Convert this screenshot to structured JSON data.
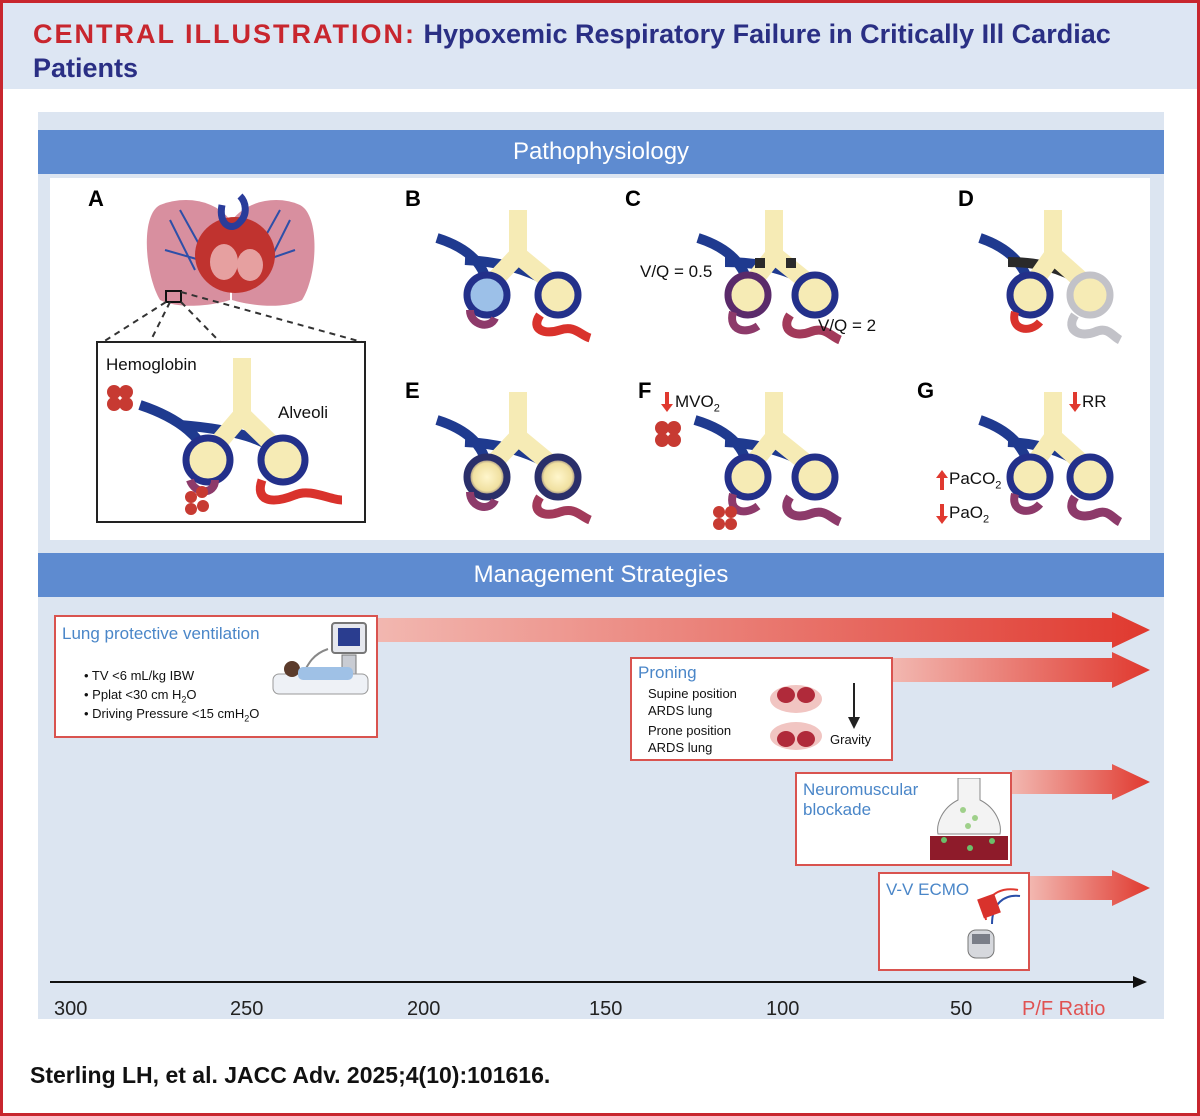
{
  "header": {
    "title_lead": "CENTRAL ILLUSTRATION:",
    "title_rest": "Hypoxemic Respiratory Failure in Critically Ill Cardiac Patients"
  },
  "pathophysiology": {
    "heading": "Pathophysiology",
    "letters": [
      "A",
      "B",
      "C",
      "D",
      "E",
      "F",
      "G"
    ],
    "label_hemoglobin": "Hemoglobin",
    "label_alveoli": "Alveoli",
    "label_vq_low": "V/Q = 0.5",
    "label_vq_high": "V/Q = 2",
    "label_mvo2": "MVO",
    "label_rr": "RR",
    "label_paco2": "PaCO",
    "label_pao2": "PaO",
    "subscript_2": "2"
  },
  "management": {
    "heading": "Management Strategies",
    "lung_protective": {
      "title": "Lung protective ventilation",
      "bullets": [
        "• TV <6 mL/kg IBW",
        "• Pplat <30 cm H",
        "O",
        "• Driving Pressure  <15 cmH",
        "O"
      ],
      "sub": "2"
    },
    "proning": {
      "title": "Proning",
      "supine": "Supine position",
      "ards1": "ARDS lung",
      "prone": "Prone position",
      "ards2": "ARDS lung",
      "gravity": "Gravity"
    },
    "neuromuscular": {
      "title_line1": "Neuromuscular",
      "title_line2": "blockade"
    },
    "ecmo": {
      "title": "V-V ECMO"
    }
  },
  "axis": {
    "ticks": [
      "300",
      "250",
      "200",
      "150",
      "100",
      "50"
    ],
    "label": "P/F Ratio"
  },
  "citation": "Sterling LH, et al. JACC Adv. 2025;4(10):101616.",
  "colors": {
    "accent_red": "#c8262e",
    "title_blue": "#2a2f84",
    "band_blue": "#5e8bd0",
    "panel_bg": "#dce5f1",
    "arrow_red": "#e0392f",
    "vessel_blue": "#1f3a8f",
    "alveolus": "#f6ebb5"
  }
}
